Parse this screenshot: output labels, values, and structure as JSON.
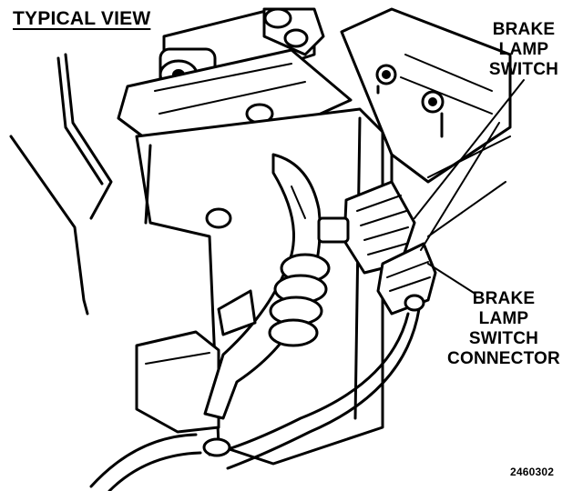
{
  "title": "TYPICAL VIEW",
  "callouts": {
    "brake_lamp_switch": [
      "BRAKE",
      "LAMP",
      "SWITCH"
    ],
    "brake_lamp_switch_connector": [
      "BRAKE",
      "LAMP",
      "SWITCH",
      "CONNECTOR"
    ]
  },
  "figure_id": "2460302",
  "colors": {
    "ink": "#000000",
    "paper": "#ffffff"
  }
}
